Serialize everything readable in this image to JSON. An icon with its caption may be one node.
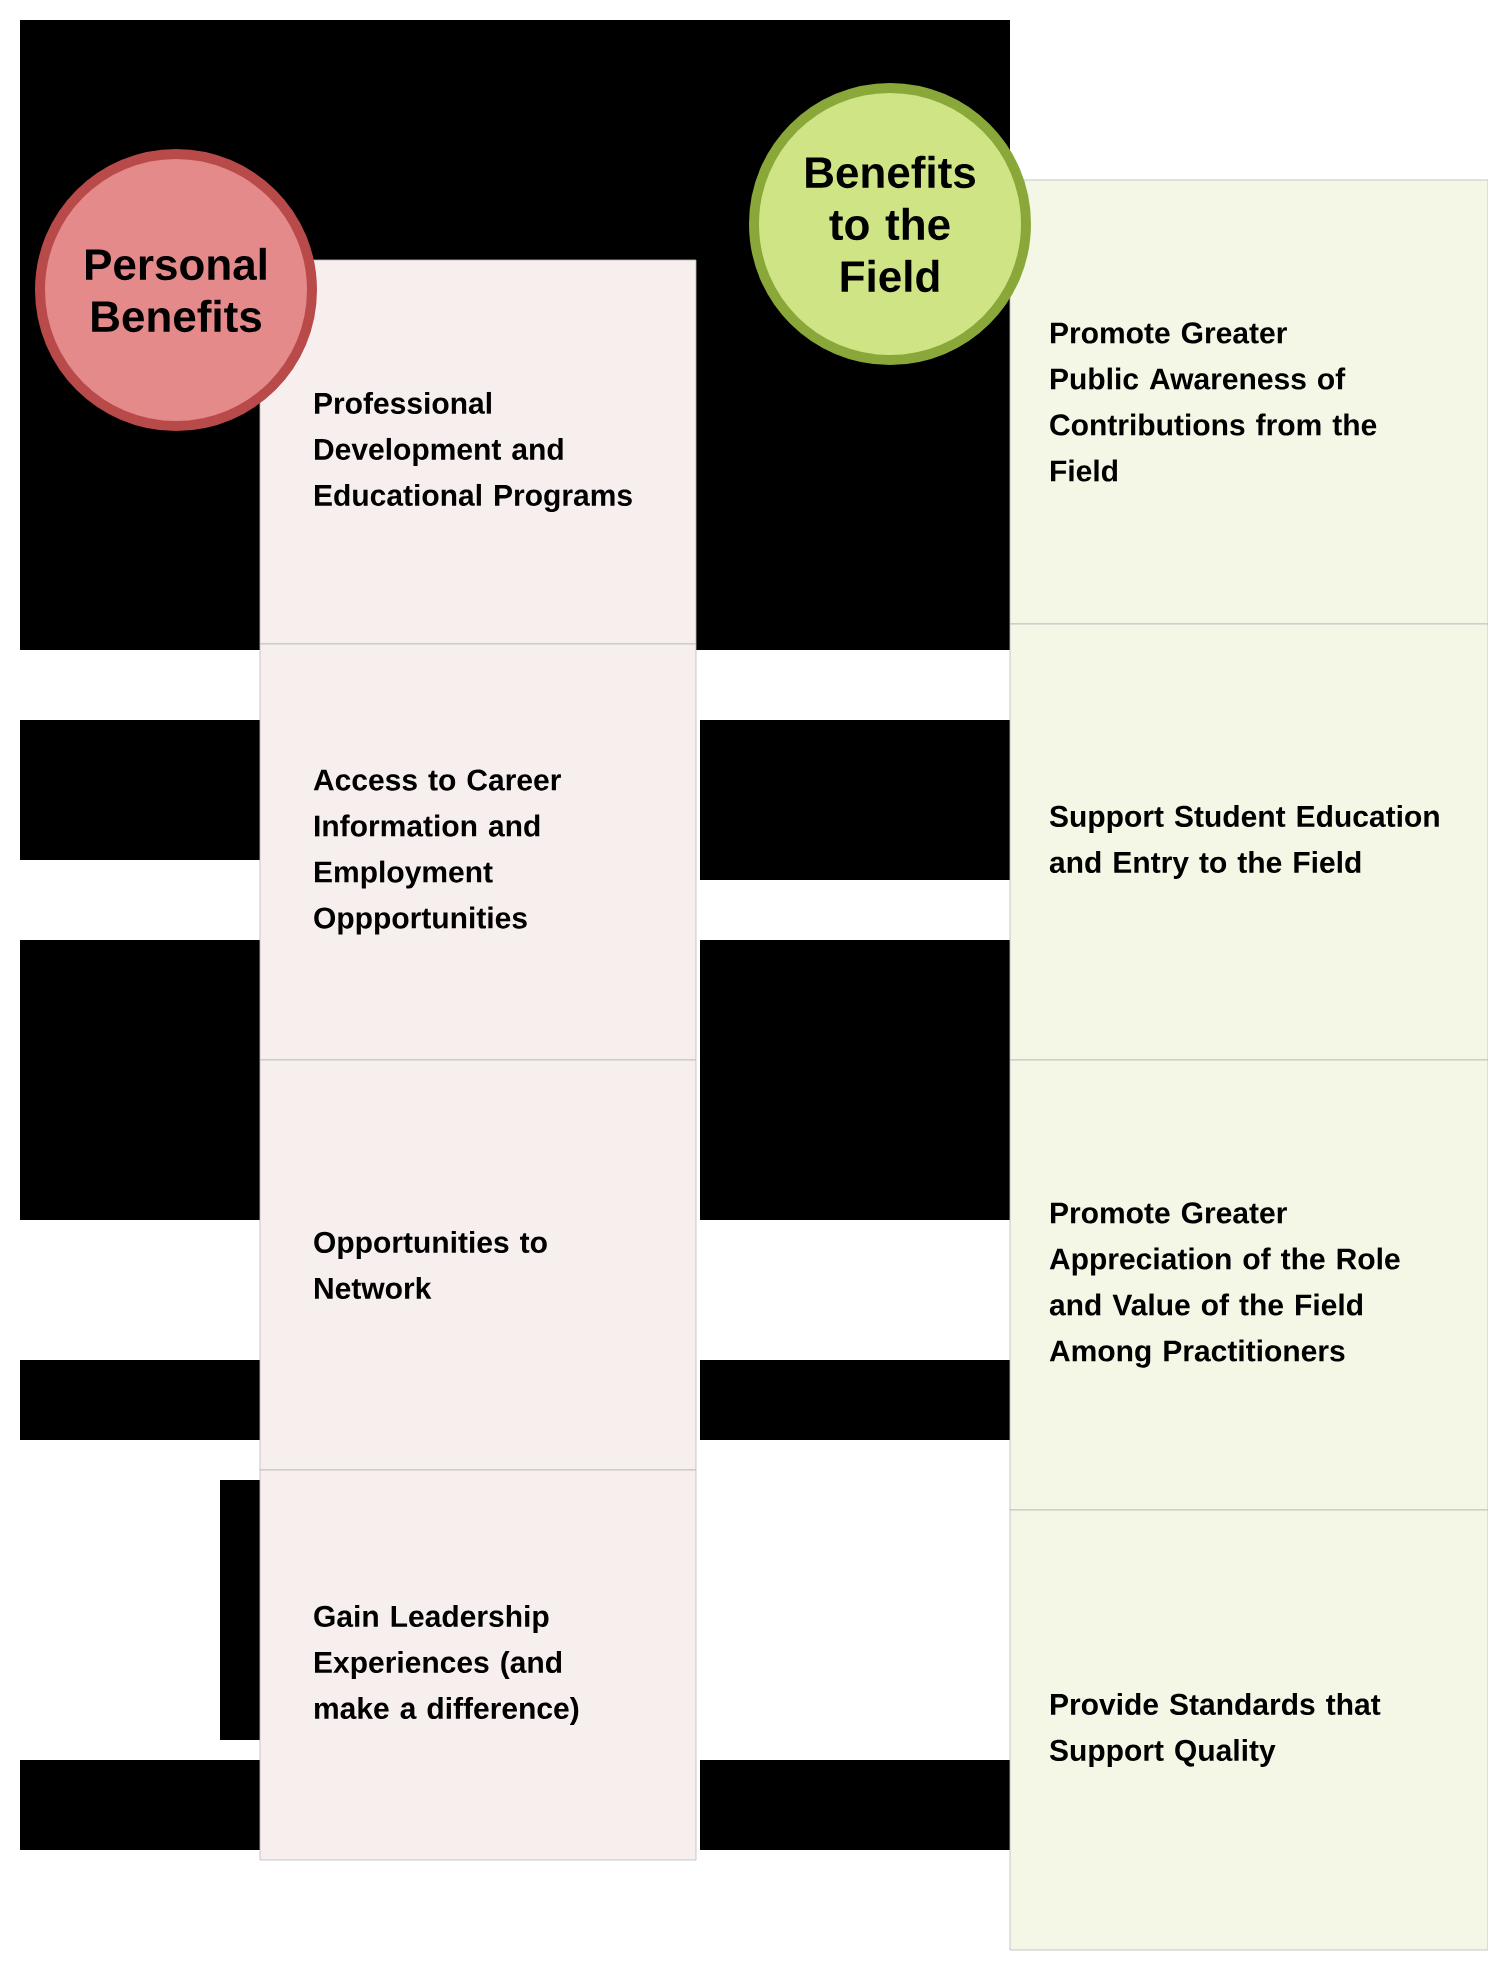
{
  "diagram": {
    "nodes": [
      {
        "text": [
          "Personal Benefits"
        ]
      },
      {
        "text": [
          "Professional Development and Educational Programs"
        ]
      },
      {
        "text": [
          "Access to Career Information and Employment Oppportunities"
        ]
      },
      {
        "text": [
          "Opportunities to Network"
        ]
      },
      {
        "text": [
          "Gain Leadership Experiences (and make a difference)"
        ]
      },
      {
        "text": [
          "Benefits to the Field"
        ]
      },
      {
        "text": [
          "Promote Greater Public Awareness of Contributions from the Field"
        ]
      },
      {
        "text": [
          "Support Student Education and Entry to the Field"
        ]
      },
      {
        "text": [
          "Promote Greater Appreciation of the Role and Value of the Field Among Practitioners"
        ]
      },
      {
        "text": [
          "Provide Standards that Support Quality"
        ]
      }
    ]
  }
}
